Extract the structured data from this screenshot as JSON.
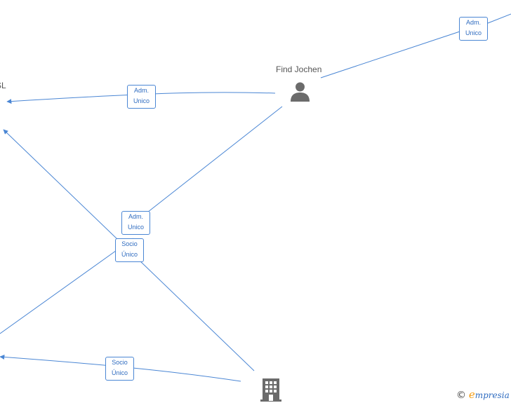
{
  "nodes": {
    "person": {
      "label": "Find Jochen",
      "icon": "person-icon"
    },
    "partial_company": {
      "label": "SL"
    },
    "company": {
      "icon": "building-icon"
    }
  },
  "edges": [
    {
      "id": "e1",
      "label": "Adm.\nUnico"
    },
    {
      "id": "e2",
      "label": "Adm.\nUnico"
    },
    {
      "id": "e3",
      "label": "Adm.\nUnico"
    },
    {
      "id": "e4",
      "label": "Socio\nÚnico"
    },
    {
      "id": "e5",
      "label": "Socio\nÚnico"
    }
  ],
  "watermark": {
    "copyright": "©",
    "brand_initial": "e",
    "brand_rest": "mpresia"
  },
  "colors": {
    "edge": "#4a86d4",
    "icon": "#6b6b6b"
  }
}
